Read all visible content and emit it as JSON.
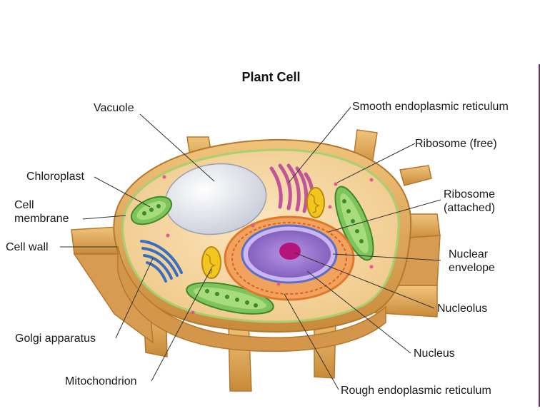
{
  "title": "Plant Cell",
  "labels": {
    "vacuole": "Vacuole",
    "smooth_er": "Smooth endoplasmic reticulum",
    "ribosome_free": "Ribosome (free)",
    "chloroplast": "Chloroplast",
    "ribosome_attached": "Ribosome\n(attached)",
    "cell_membrane": "Cell\nmembrane",
    "cell_wall": "Cell wall",
    "nuclear_envelope": "Nuclear\nenvelope",
    "nucleolus": "Nucleolus",
    "golgi": "Golgi apparatus",
    "nucleus": "Nucleus",
    "mitochondrion": "Mitochondrion",
    "rough_er": "Rough endoplasmic reticulum"
  },
  "colors": {
    "cell_wall": "#e8b56a",
    "cytoplasm": "#f6d9a4",
    "vacuole": "#e6e8f0",
    "chloroplast": "#7fc45a",
    "nucleus": "#9a7ad0",
    "nucleolus": "#b5157a",
    "golgi": "#3a6fc0",
    "smooth_er": "#c0559a",
    "rough_er": "#e0782a",
    "mitochondrion": "#f0c020"
  }
}
